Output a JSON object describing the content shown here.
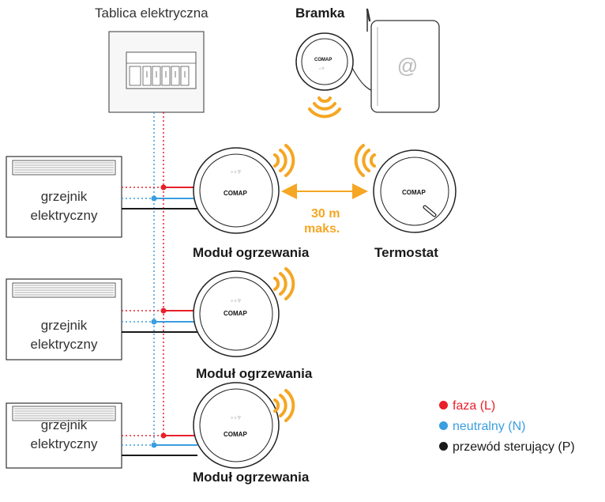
{
  "labels": {
    "panel": "Tablica elektryczna",
    "gateway": "Bramka",
    "module_1": "Moduł ogrzewania",
    "module_2": "Moduł ogrzewania",
    "module_3": "Moduł ogrzewania",
    "thermostat": "Termostat",
    "distance": "30 m",
    "distance_suffix": "maks."
  },
  "heaters": [
    {
      "line1": "grzejnik",
      "line2": "elektryczny"
    },
    {
      "line1": "grzejnik",
      "line2": "elektryczny"
    },
    {
      "line1": "grzejnik",
      "line2": "elektryczny"
    }
  ],
  "brand_text": "COMAP",
  "gateway_icon": "@",
  "legend": [
    {
      "label": "faza (L)",
      "color": "#e8202a"
    },
    {
      "label": "neutralny (N)",
      "color": "#3a9ee0"
    },
    {
      "label": "przewód sterujący (P)",
      "color": "#1a1a1a"
    }
  ],
  "colors": {
    "phase": "#e8202a",
    "neutral": "#3a9ee0",
    "control": "#1a1a1a",
    "wireless": "#f5a623"
  }
}
